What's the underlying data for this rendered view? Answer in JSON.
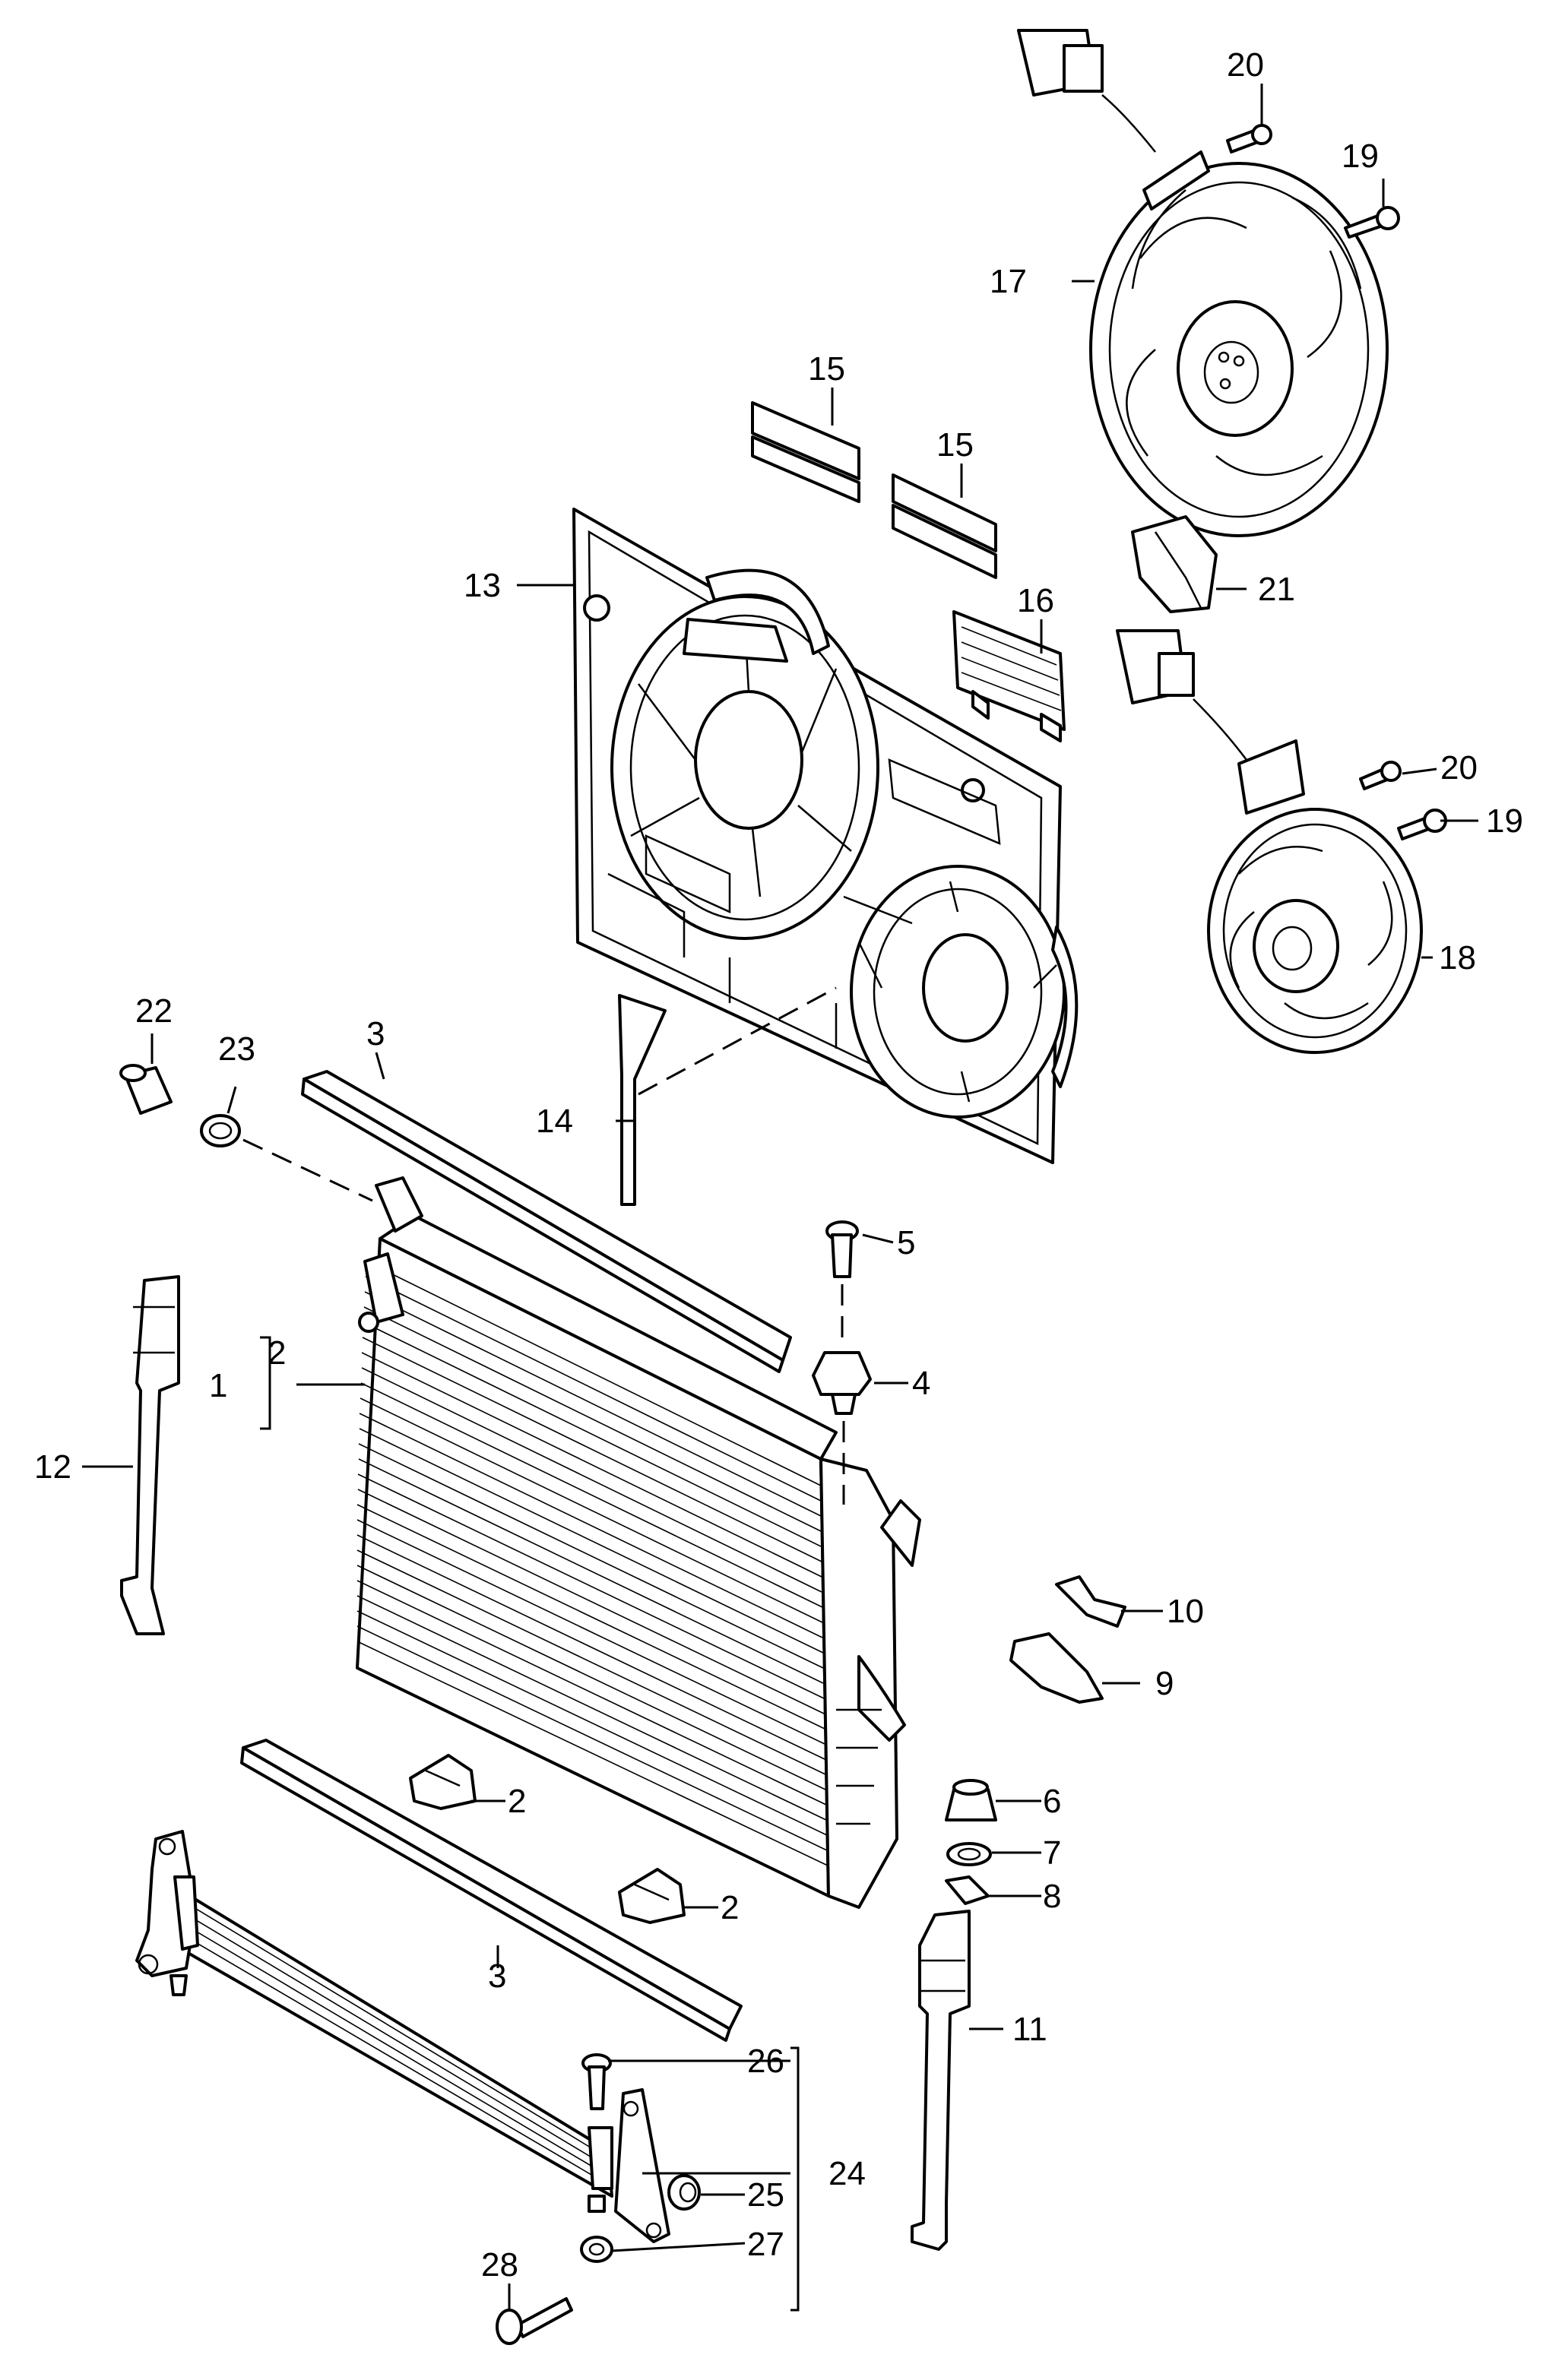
{
  "callouts": {
    "c1": "1",
    "c2a": "2",
    "c2b": "2",
    "c2c": "2",
    "c3a": "3",
    "c3b": "3",
    "c4": "4",
    "c5": "5",
    "c6": "6",
    "c7": "7",
    "c8": "8",
    "c9": "9",
    "c10": "10",
    "c11": "11",
    "c12": "12",
    "c13": "13",
    "c14": "14",
    "c15a": "15",
    "c15b": "15",
    "c16": "16",
    "c17": "17",
    "c18": "18",
    "c19a": "19",
    "c19b": "19",
    "c20a": "20",
    "c20b": "20",
    "c21": "21",
    "c22": "22",
    "c23": "23",
    "c24": "24",
    "c25": "25",
    "c26": "26",
    "c27": "27",
    "c28": "28"
  }
}
